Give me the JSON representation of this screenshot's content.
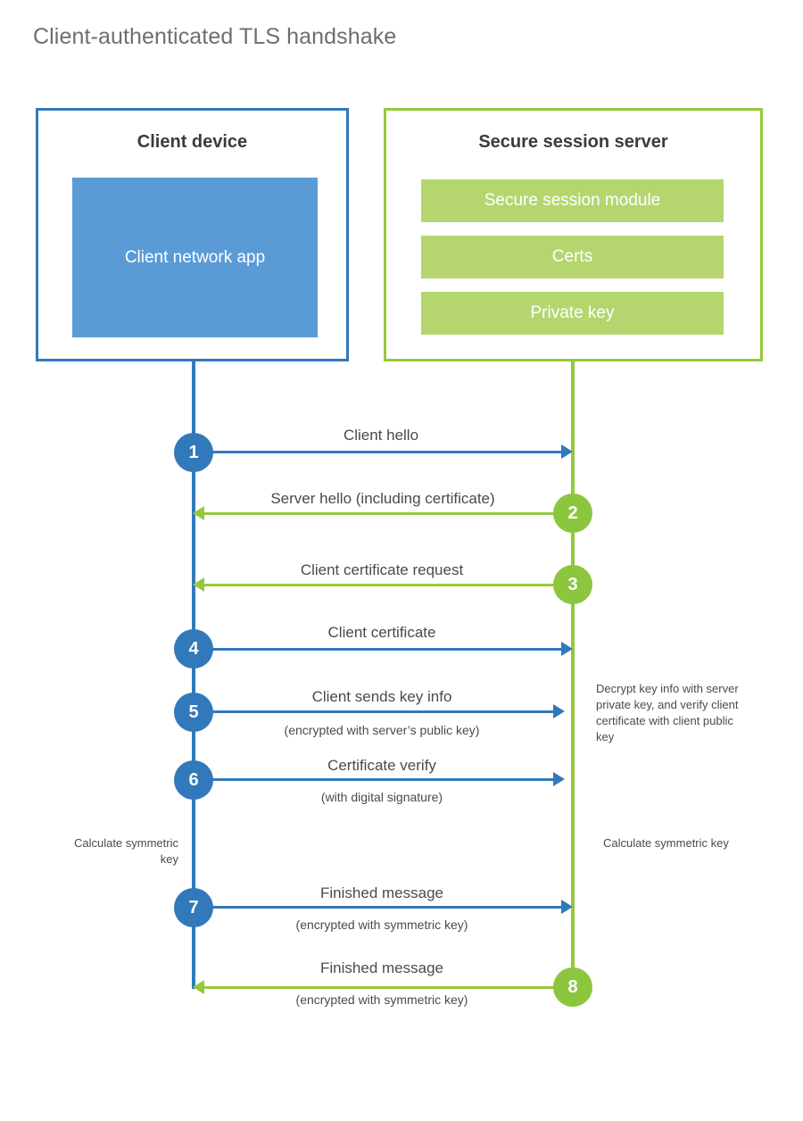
{
  "page": {
    "title": "Client-authenticated TLS handshake"
  },
  "colors": {
    "client_blue": "#3279bb",
    "client_app_fill": "#5b9bd5",
    "server_green": "#95c93d",
    "server_item_fill": "#b5d66f",
    "step_green": "#8cc63f",
    "title_text": "#6d6e71",
    "body_text": "#4a4a4a"
  },
  "actors": {
    "client": {
      "title": "Client device",
      "app_label": "Client network app"
    },
    "server": {
      "title": "Secure session server",
      "items": [
        {
          "label": "Secure session module"
        },
        {
          "label": "Certs"
        },
        {
          "label": "Private key"
        }
      ]
    }
  },
  "steps": [
    {
      "number": "1",
      "label": "Client hello",
      "sublabel": "",
      "direction": "client-to-server",
      "color": "blue"
    },
    {
      "number": "2",
      "label": "Server hello (including certificate)",
      "sublabel": "",
      "direction": "server-to-client",
      "color": "green"
    },
    {
      "number": "3",
      "label": "Client certificate request",
      "sublabel": "",
      "direction": "server-to-client",
      "color": "green"
    },
    {
      "number": "4",
      "label": "Client certificate",
      "sublabel": "",
      "direction": "client-to-server",
      "color": "blue"
    },
    {
      "number": "5",
      "label": "Client sends key info",
      "sublabel": "(encrypted with server’s public key)",
      "direction": "client-to-server",
      "color": "blue"
    },
    {
      "number": "6",
      "label": "Certificate verify",
      "sublabel": "(with digital signature)",
      "direction": "client-to-server",
      "color": "blue"
    },
    {
      "number": "7",
      "label": "Finished message",
      "sublabel": "(encrypted with symmetric key)",
      "direction": "client-to-server",
      "color": "blue"
    },
    {
      "number": "8",
      "label": "Finished message",
      "sublabel": "(encrypted with symmetric key)",
      "direction": "server-to-client",
      "color": "green"
    }
  ],
  "notes": {
    "server_decrypt": "Decrypt key info with server private key, and verify client certificate with client public key",
    "client_calculate": "Calculate symmetric key",
    "server_calculate": "Calculate symmetric key"
  }
}
